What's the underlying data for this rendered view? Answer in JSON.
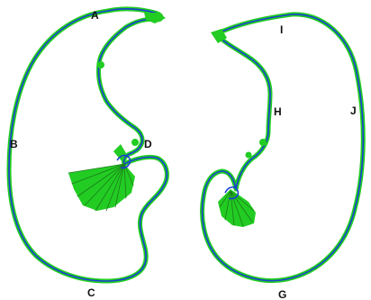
{
  "colors": {
    "contour_outer": "#22cc22",
    "contour_inner": "#1a3fd6",
    "background": "#ffffff",
    "label": "#111111"
  },
  "labels": {
    "A": "A",
    "B": "B",
    "C": "C",
    "D": "D",
    "G": "G",
    "H": "H",
    "I": "I",
    "J": "J"
  }
}
